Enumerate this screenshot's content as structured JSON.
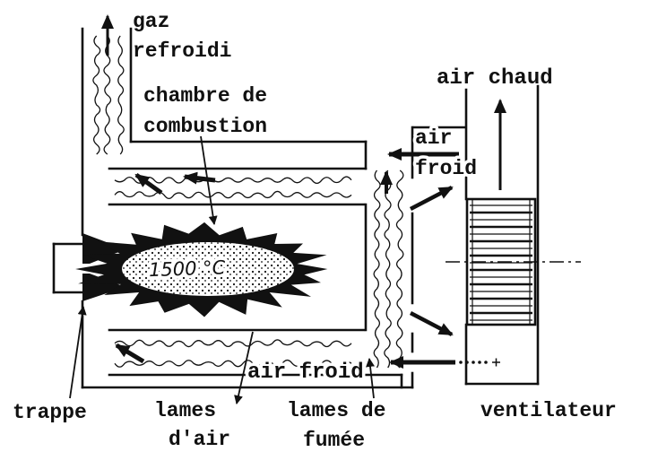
{
  "diagram": {
    "labels": {
      "gaz_line1": "gaz",
      "gaz_line2": "refroidi",
      "chamber_line1": "chambre de",
      "chamber_line2": "combustion",
      "air_chaud": "air chaud",
      "air_froid_right_line1": "air",
      "air_froid_right_line2": "froid",
      "temperature": "1500 °C",
      "trappe": "trappe",
      "lames_air_line1": "lames",
      "lames_air_line2": "d'air",
      "lames_fumee_line1": "lames de",
      "lames_fumee_line2": "fumée",
      "air_froid_bottom": "air froid",
      "ventilateur": "ventilateur"
    },
    "colors": {
      "ink": "#111111",
      "paper": "#ffffff"
    }
  }
}
